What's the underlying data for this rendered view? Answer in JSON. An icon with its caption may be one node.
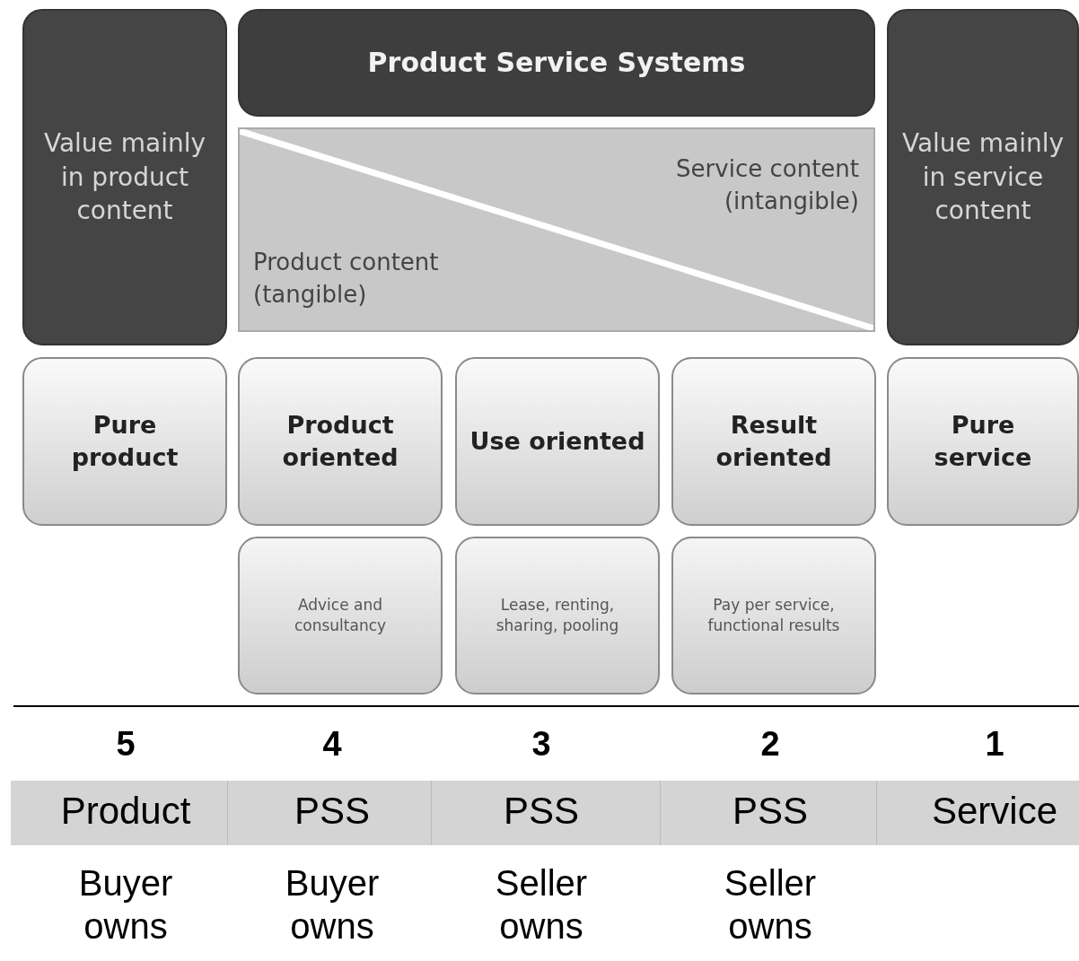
{
  "diagram": {
    "nodes": [
      {
        "text": [
          "Value mainly in product content"
        ]
      },
      {
        "text": [
          "Product Service Systems"
        ]
      },
      {
        "text": [
          "Service content (intangible)",
          "Product content (tangible)"
        ]
      },
      {
        "text": [
          "Value mainly in service content"
        ]
      },
      {
        "text": [
          "Pure product"
        ]
      },
      {
        "text": [
          "Product oriented"
        ]
      },
      {
        "text": [
          "Use oriented"
        ]
      },
      {
        "text": [
          "Result oriented"
        ]
      },
      {
        "text": [
          "Pure service"
        ]
      },
      {
        "text": [
          "Advice and consultancy"
        ]
      },
      {
        "text": [
          "Lease, renting, sharing, pooling"
        ]
      },
      {
        "text": [
          "Pay per service, functional results"
        ]
      }
    ],
    "labels": [
      "5",
      "4",
      "3",
      "2",
      "1",
      "Product",
      "PSS",
      "PSS",
      "PSS",
      "Service",
      "Buyer owns",
      "Buyer owns",
      "Seller owns",
      "Seller owns"
    ]
  }
}
